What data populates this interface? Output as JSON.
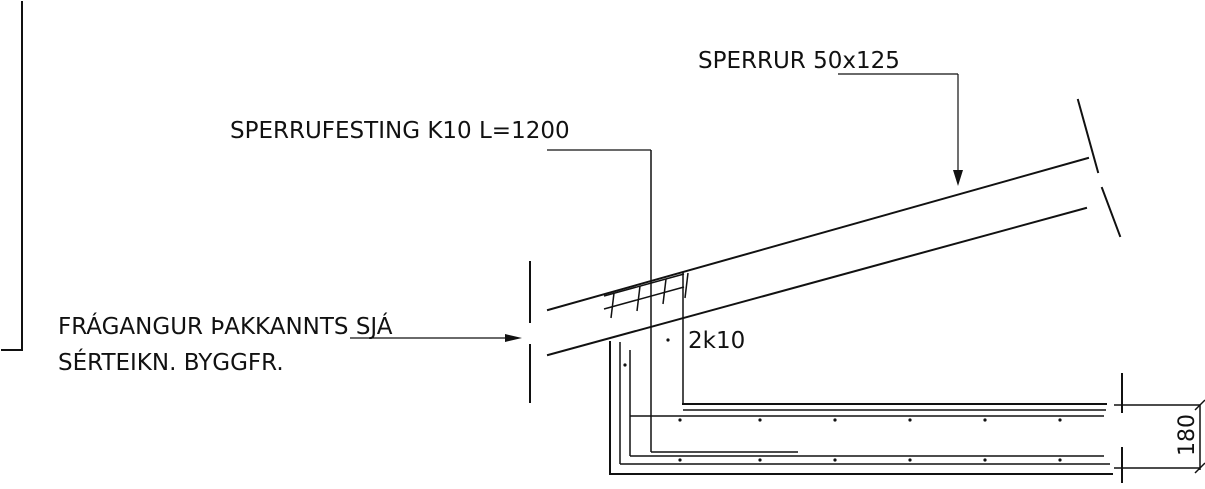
{
  "labels": {
    "rafters": "SPERRUR 50x125",
    "rafter_fixing": "SPERRUFESTING K10 L=1200",
    "eave_finish_line1": "FRÁGANGUR ÞAKKANNTS SJÁ",
    "eave_finish_line2": "SÉRTEIKN. BYGGFR.",
    "bars": "2k10",
    "slab_thickness": "180"
  }
}
